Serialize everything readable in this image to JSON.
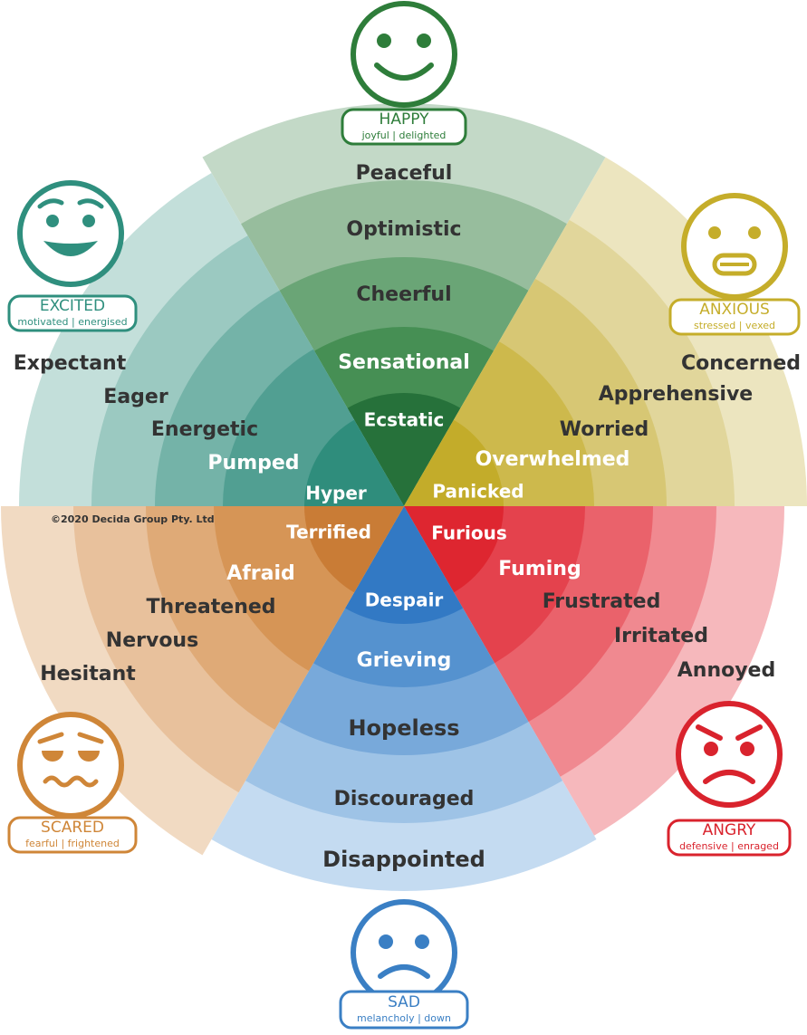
{
  "copyright": "©2020 Decida Group Pty. Ltd",
  "emotions": [
    {
      "key": "happy",
      "title": "HAPPY",
      "subtitle": "joyful | delighted",
      "color": "#2e7d3a",
      "face": "smile",
      "levels": [
        "Ecstatic",
        "Sensational",
        "Cheerful",
        "Optimistic",
        "Peaceful"
      ],
      "ring_colors": [
        "#26713a",
        "#468f54",
        "#6aa576",
        "#97bd9d",
        "#c3d9c7"
      ],
      "text_colors": [
        "#ffffff",
        "#ffffff",
        "#333333",
        "#333333",
        "#333333"
      ]
    },
    {
      "key": "anxious",
      "title": "ANXIOUS",
      "subtitle": "stressed | vexed",
      "color": "#c5ad2a",
      "face": "nervous",
      "levels": [
        "Panicked",
        "Overwhelmed",
        "Worried",
        "Apprehensive",
        "Concerned"
      ],
      "ring_colors": [
        "#c3ac2a",
        "#cdb94c",
        "#d7c774",
        "#e1d69b",
        "#ece5bf"
      ],
      "text_colors": [
        "#ffffff",
        "#ffffff",
        "#333333",
        "#333333",
        "#333333"
      ]
    },
    {
      "key": "angry",
      "title": "ANGRY",
      "subtitle": "defensive | enraged",
      "color": "#d9232d",
      "face": "angry",
      "levels": [
        "Furious",
        "Fuming",
        "Frustrated",
        "Irritated",
        "Annoyed"
      ],
      "ring_colors": [
        "#de2630",
        "#e4424d",
        "#ea626b",
        "#f08990",
        "#f6b8bc"
      ],
      "text_colors": [
        "#ffffff",
        "#ffffff",
        "#333333",
        "#333333",
        "#333333"
      ]
    },
    {
      "key": "sad",
      "title": "SAD",
      "subtitle": "melancholy | down",
      "color": "#3a7fc4",
      "face": "frown",
      "levels": [
        "Despair",
        "Grieving",
        "Hopeless",
        "Discouraged",
        "Disappointed"
      ],
      "ring_colors": [
        "#3279c4",
        "#5592cf",
        "#78a9da",
        "#9ec3e6",
        "#c4dbf1"
      ],
      "text_colors": [
        "#ffffff",
        "#ffffff",
        "#333333",
        "#333333",
        "#333333"
      ]
    },
    {
      "key": "scared",
      "title": "SCARED",
      "subtitle": "fearful | frightened",
      "color": "#cf8638",
      "face": "scared",
      "levels": [
        "Terrified",
        "Afraid",
        "Threatened",
        "Nervous",
        "Hesitant"
      ],
      "ring_colors": [
        "#c97c36",
        "#d69556",
        "#dfaa77",
        "#e8c19c",
        "#f1dac2"
      ],
      "text_colors": [
        "#ffffff",
        "#ffffff",
        "#333333",
        "#333333",
        "#333333"
      ]
    },
    {
      "key": "excited",
      "title": "EXCITED",
      "subtitle": "motivated | energised",
      "color": "#2f8f7e",
      "face": "grin",
      "levels": [
        "Hyper",
        "Pumped",
        "Energetic",
        "Eager",
        "Expectant"
      ],
      "ring_colors": [
        "#2f8d7c",
        "#519f92",
        "#74b3a8",
        "#9bc9c1",
        "#c3dfda"
      ],
      "text_colors": [
        "#ffffff",
        "#ffffff",
        "#333333",
        "#333333",
        "#333333"
      ]
    }
  ]
}
